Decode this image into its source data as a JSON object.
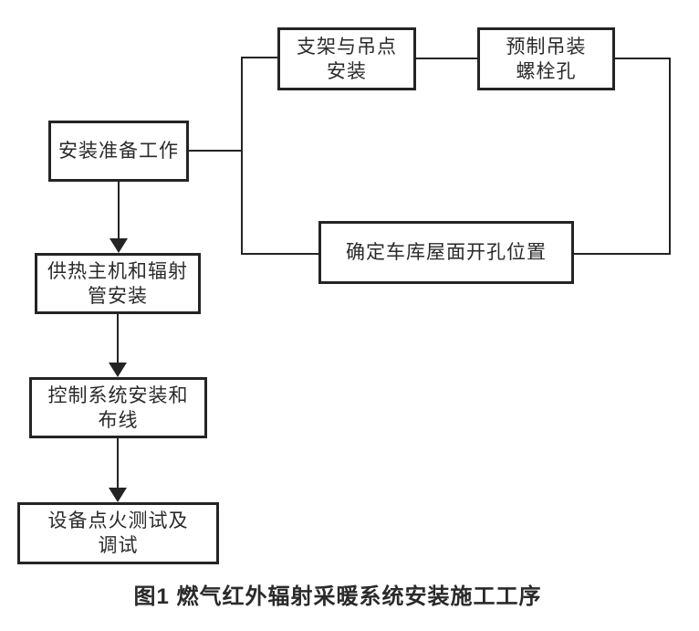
{
  "figure": {
    "caption": "图1  燃气红外辐射采暖系统安装施工工序",
    "nodes": {
      "prep": {
        "label": "安装准备工作"
      },
      "bracket": {
        "label": "支架与吊点\n安装"
      },
      "bolt": {
        "label": "预制吊装\n螺栓孔"
      },
      "position": {
        "label": "确定车库屋面开孔位置"
      },
      "heating": {
        "label": "供热主机和辐射\n管安装"
      },
      "control": {
        "label": "控制系统安装和\n布线"
      },
      "test": {
        "label": "设备点火测试及\n调试"
      }
    },
    "colors": {
      "line": "#242424",
      "text": "#2a2a2a",
      "background": "#ffffff"
    }
  }
}
